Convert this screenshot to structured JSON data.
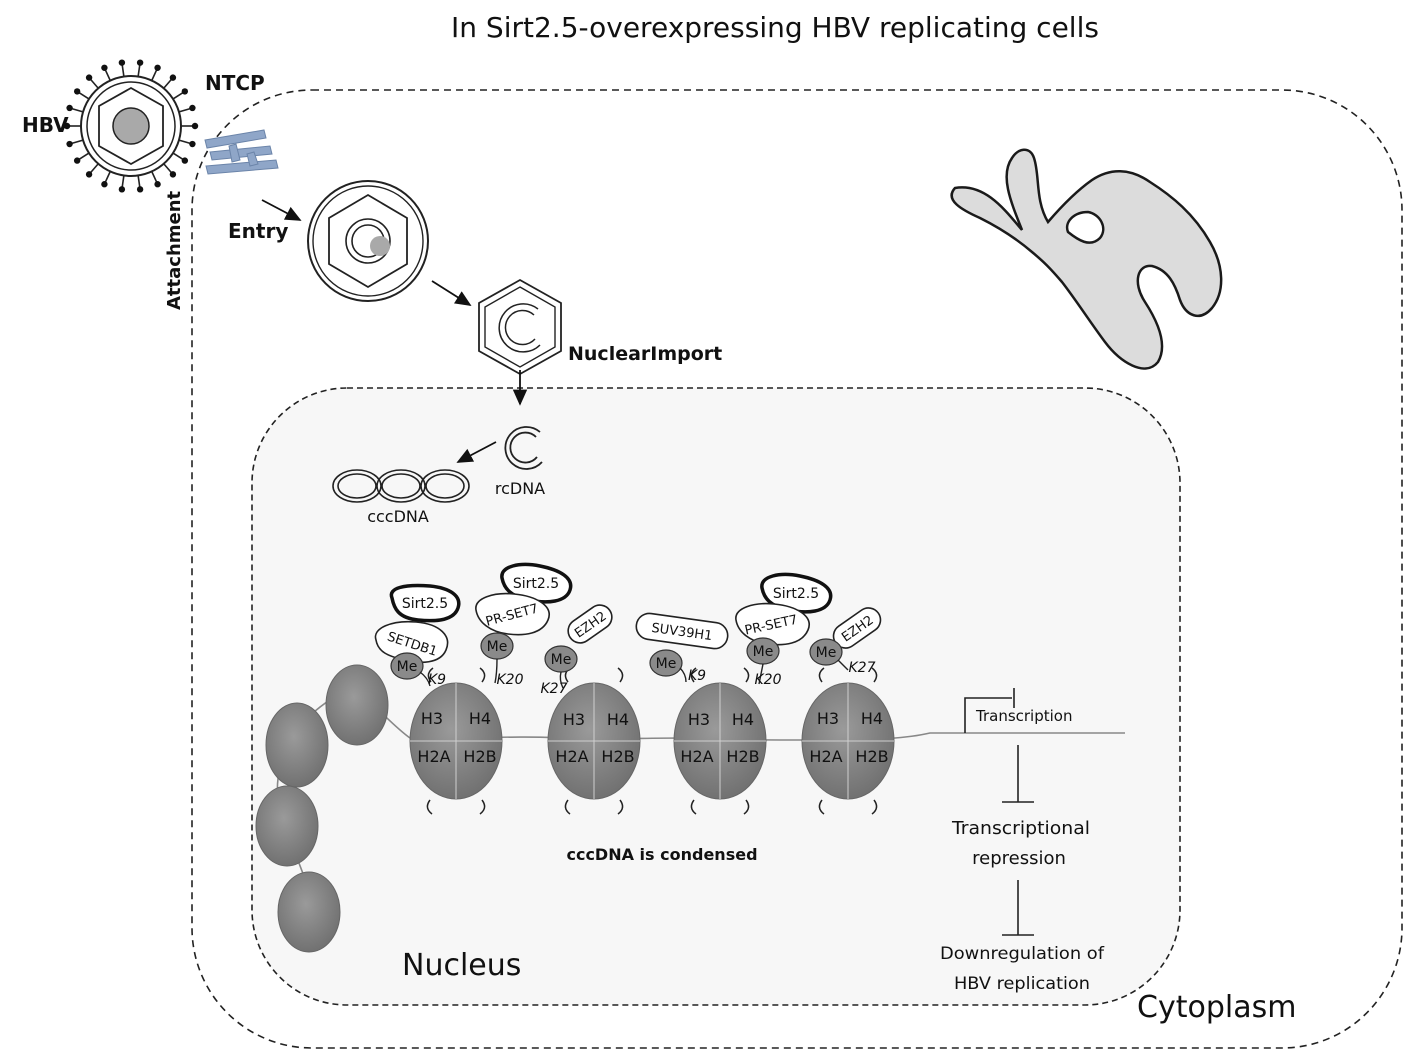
{
  "title": "In Sirt2.5-overexpressing HBV replicating cells",
  "virus": {
    "hbv": "HBV",
    "ntcp": "NTCP",
    "attachment": "Attachment",
    "entry": "Entry"
  },
  "steps": {
    "nuclear_import": "NuclearImport",
    "rcdna": "rcDNA",
    "cccdna": "cccDNA"
  },
  "compartments": {
    "nucleus": "Nucleus",
    "cytoplasm": "Cytoplasm"
  },
  "modifiers": {
    "sirt": "Sirt2.5",
    "setdb1": "SETDB1",
    "prset7": "PR-SET7",
    "ezh2": "EZH2",
    "suv39h1": "SUV39H1",
    "me": "Me",
    "k9": "K9",
    "k20": "K20",
    "k27": "K27"
  },
  "histones": {
    "h3": "H3",
    "h4": "H4",
    "h2a": "H2A",
    "h2b": "H2B"
  },
  "chromatin_label": "cccDNA  is condensed",
  "pathway": {
    "transcription": "Transcription",
    "repression_1": "Transcriptional",
    "repression_2": "repression",
    "down_1": "Downregulation of",
    "down_2": "HBV replication"
  }
}
